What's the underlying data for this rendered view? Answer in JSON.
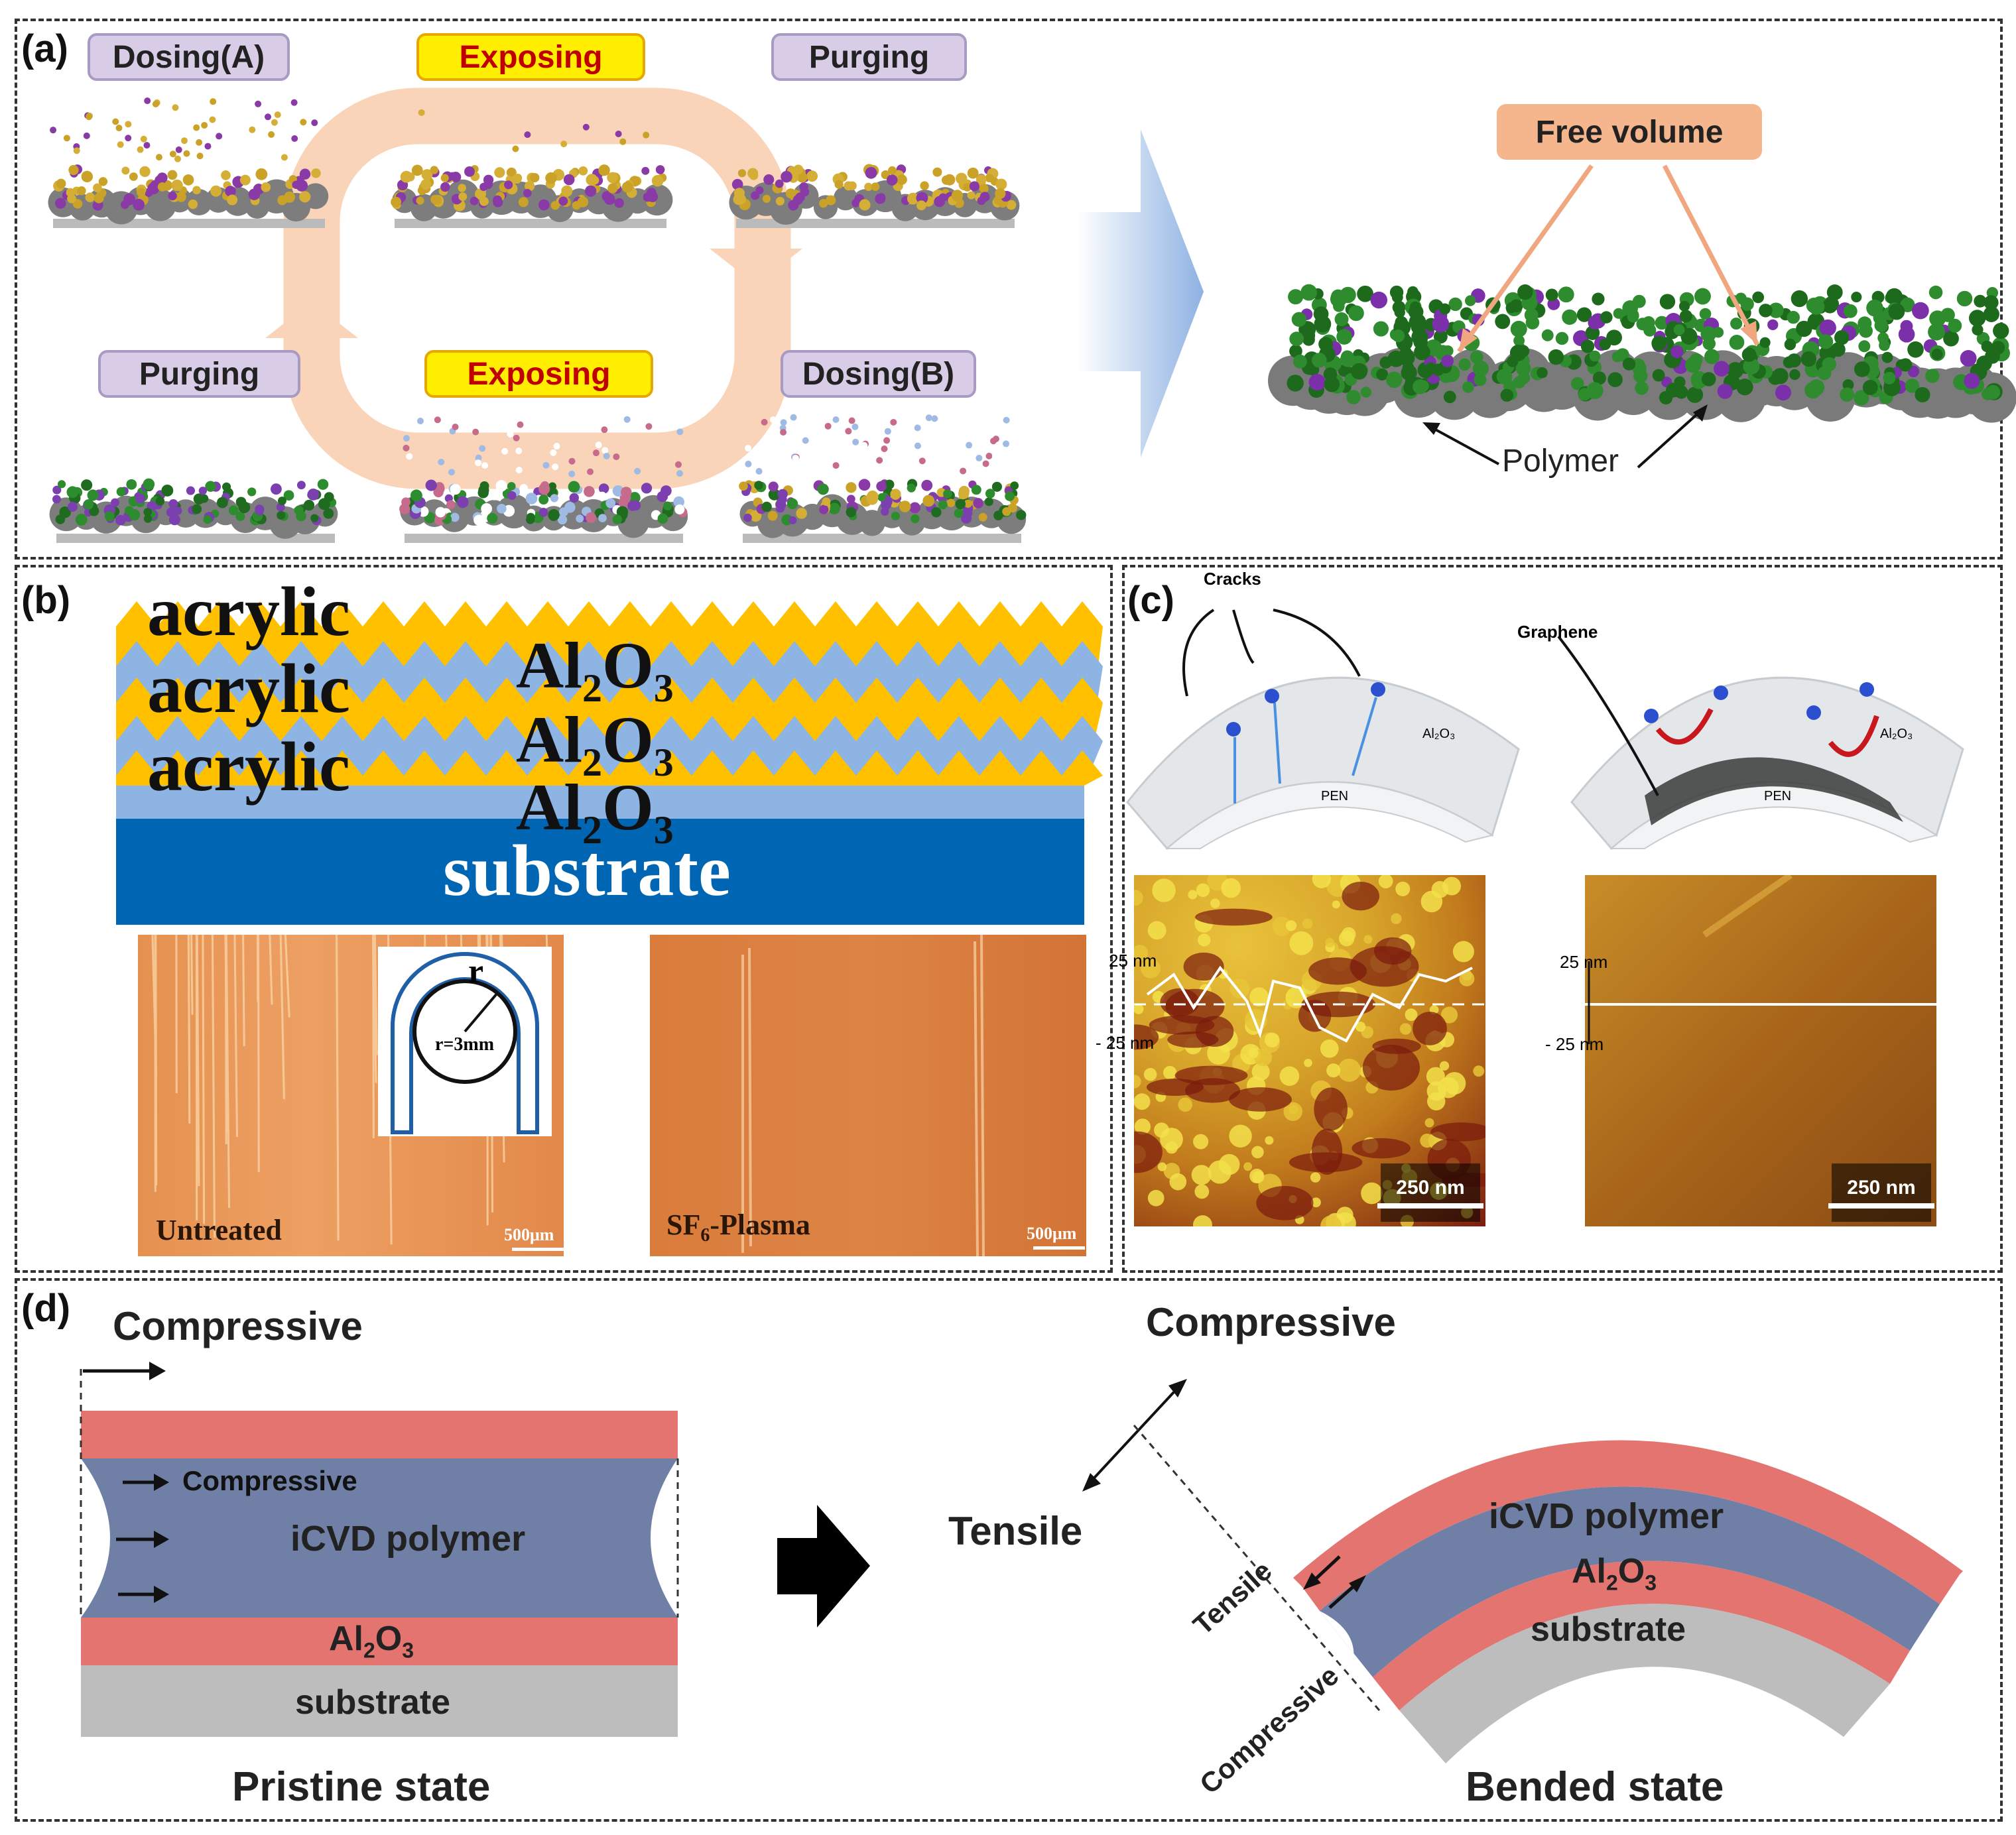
{
  "panels": {
    "a": "(a)",
    "b": "(b)",
    "c": "(c)",
    "d": "(d)"
  },
  "a": {
    "dosing_a": "Dosing(A)",
    "exposing": "Exposing",
    "purging": "Purging",
    "dosing_b": "Dosing(B)",
    "free_volume": "Free volume",
    "polymer": "Polymer"
  },
  "b": {
    "acrylic": "acrylic",
    "al": "Al",
    "o": "O",
    "sub2": "2",
    "sub3": "3",
    "substrate": "substrate",
    "r": "r",
    "r_value": "r=3mm",
    "untreated": "Untreated",
    "sf": "SF",
    "sf_sub": "6",
    "plasma": "-Plasma",
    "scale": "500μm"
  },
  "c": {
    "cracks": "Cracks",
    "graphene": "Graphene",
    "al2o3": "Al₂O₃",
    "pen": "PEN",
    "tick_top": "25",
    "tick_bottom": "- 25",
    "unit": "nm",
    "scale": "250 nm"
  },
  "d": {
    "compressive": "Compressive",
    "tensile": "Tensile",
    "icvd": "iCVD polymer",
    "al": "Al",
    "o": "O",
    "sub2": "2",
    "sub3": "3",
    "substrate": "substrate",
    "pristine": "Pristine state",
    "bended": "Bended state"
  },
  "colors": {
    "acrylic": "#ffc000",
    "alumina_b": "#8db4e2",
    "substrate_b": "#0066b3",
    "red_layer": "#e47470",
    "polymer_layer": "#6f7fa6",
    "substrate_gray": "#bdbdbd",
    "cycle_arrow": "#f9d4b8"
  }
}
